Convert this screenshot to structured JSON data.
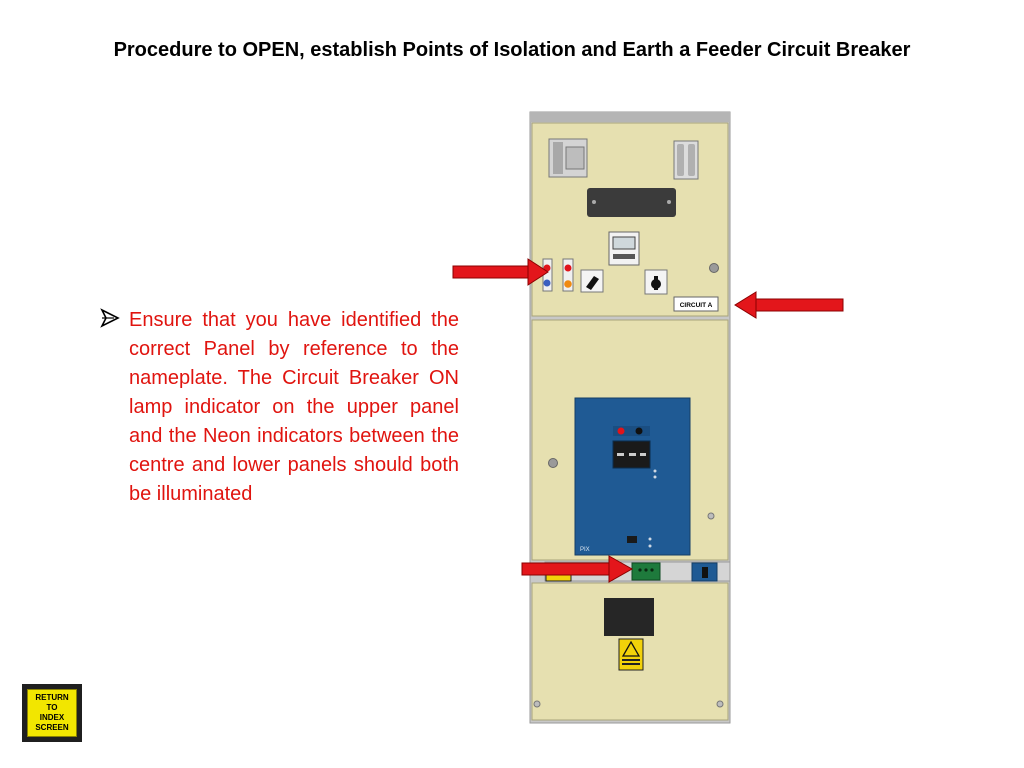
{
  "slide": {
    "title": "Procedure to OPEN, establish Points of Isolation and Earth a Feeder Circuit Breaker",
    "bullet_text": "Ensure that you have identified the correct Panel by reference to the nameplate. The Circuit Breaker ON lamp indicator on the upper panel and the Neon indicators between the centre and lower panels should both be illuminated",
    "return_button": "RETURN\nTO\nINDEX\nSCREEN"
  },
  "panel": {
    "nameplate": "CIRCUIT A",
    "breaker_label": "PIX"
  },
  "colors": {
    "bullet_text": "#e0140f",
    "arrow": "#e3161b",
    "panel_body": "#e6e0b0",
    "breaker_blue": "#1f5a94",
    "return_yellow": "#f2e600"
  }
}
